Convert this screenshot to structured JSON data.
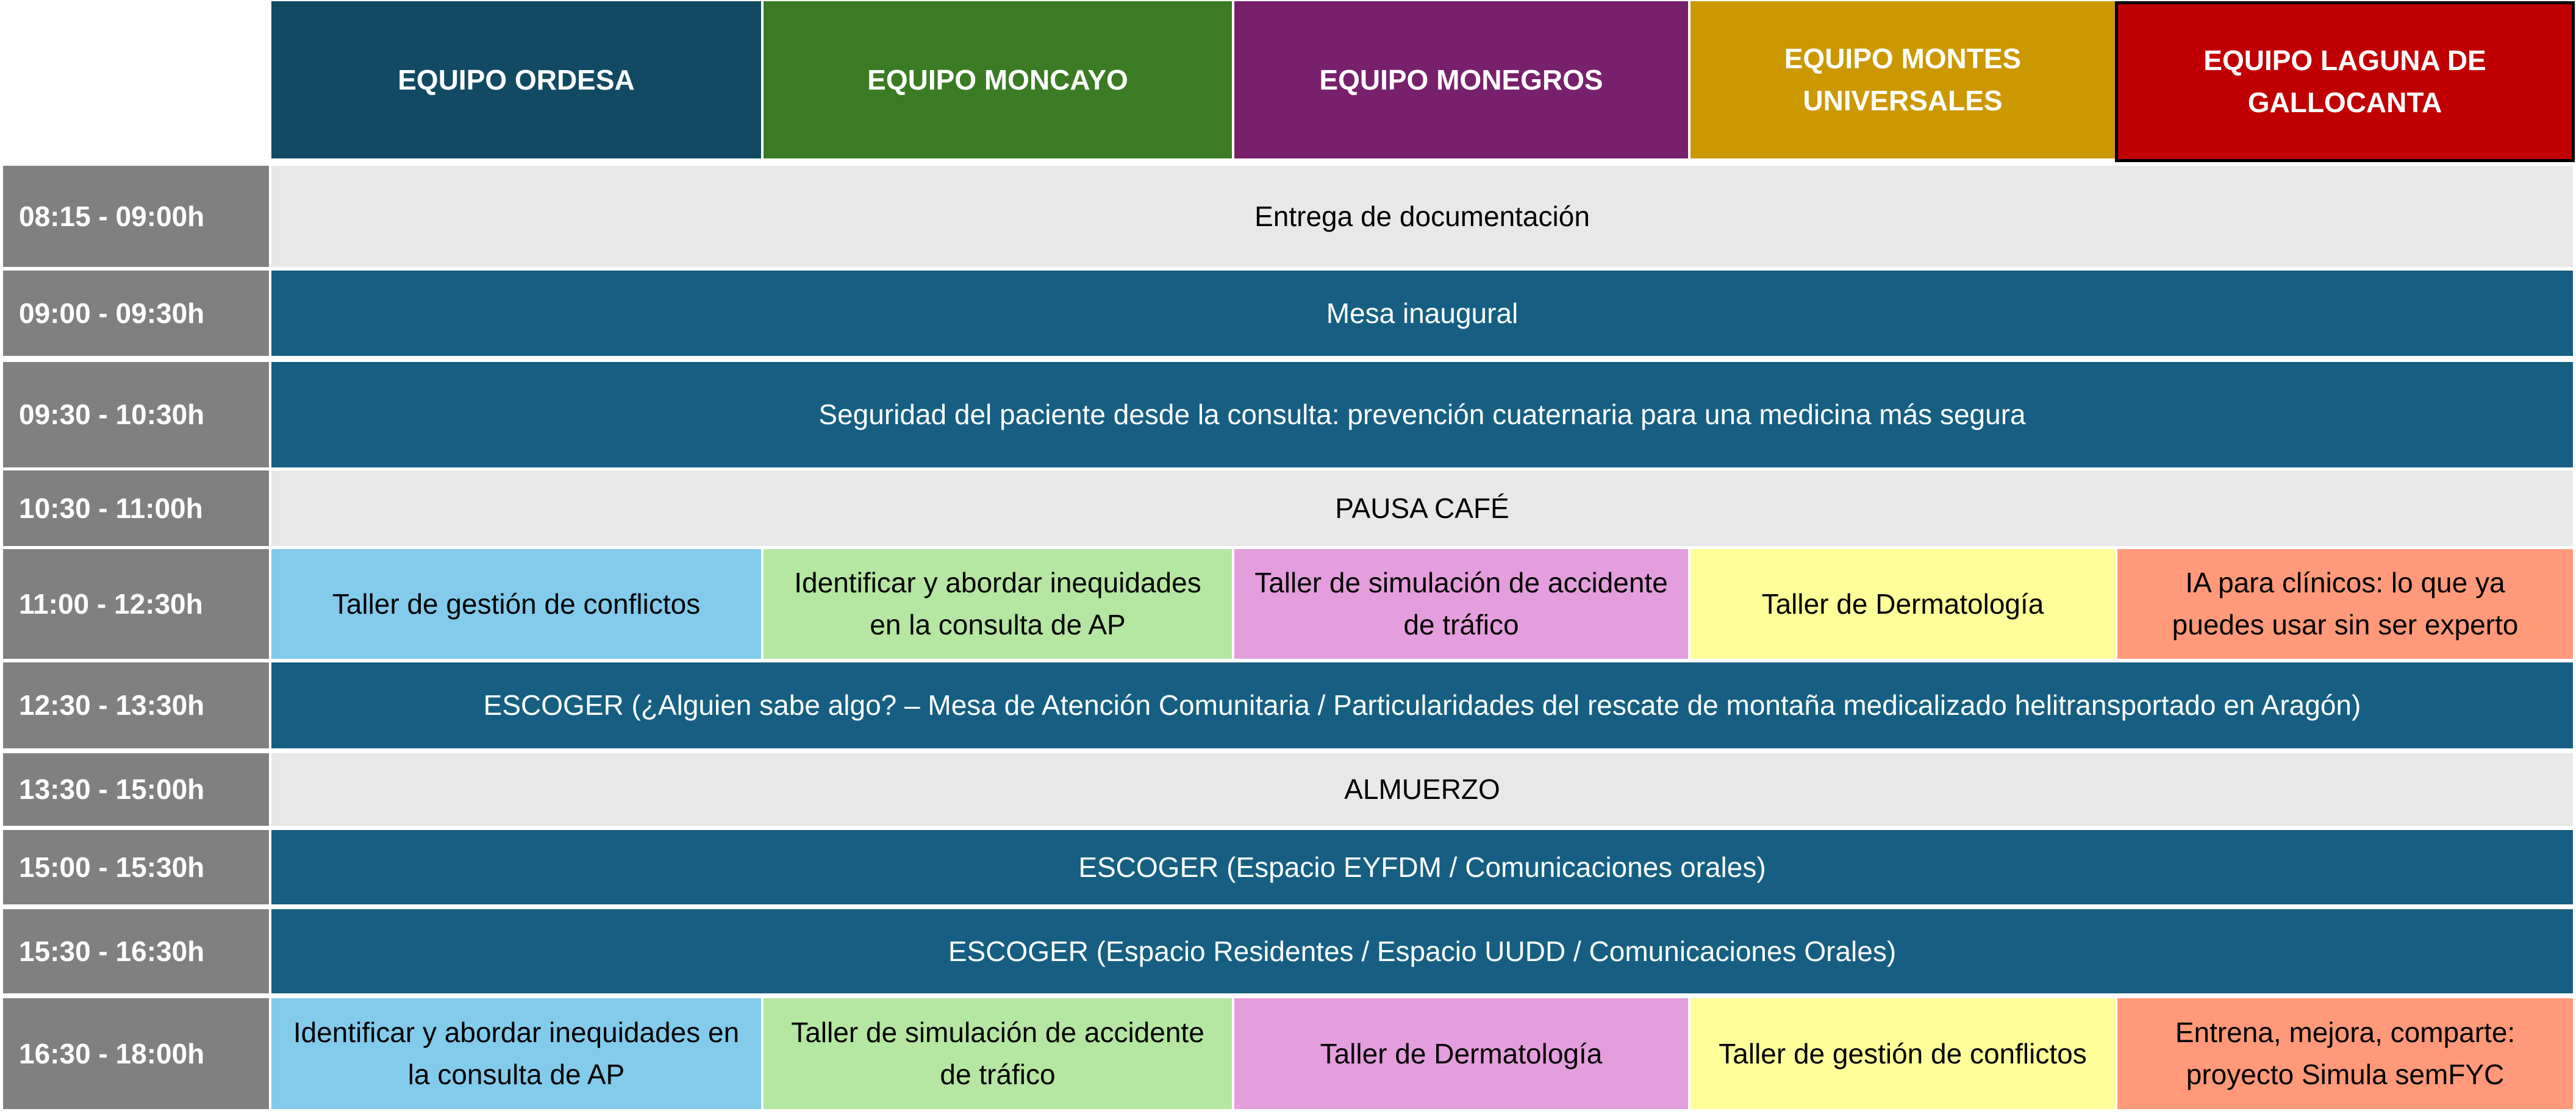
{
  "teams": [
    {
      "label": "EQUIPO ORDESA",
      "color": "#124a64"
    },
    {
      "label": "EQUIPO MONCAYO",
      "color": "#3b7b24"
    },
    {
      "label": "EQUIPO MONEGROS",
      "color": "#78206c"
    },
    {
      "label": "EQUIPO MONTES UNIVERSALES",
      "color": "#cc9800"
    },
    {
      "label": "EQUIPO LAGUNA DE GALLOCANTA",
      "color": "#c00000"
    }
  ],
  "rows": [
    {
      "time": "08:15 - 09:00h",
      "title": "Entrega de documentación",
      "type": "light"
    },
    {
      "time": "09:00 - 09:30h",
      "title": "Mesa inaugural",
      "type": "dark"
    },
    {
      "time": "09:30 - 10:30h",
      "title": "Seguridad del paciente desde la consulta: prevención cuaternaria para una medicina más segura",
      "type": "dark"
    },
    {
      "time": "10:30 - 11:00h",
      "title": "PAUSA CAFÉ",
      "type": "light"
    },
    {
      "time": "11:00 - 12:30h",
      "type": "workshops",
      "workshops": [
        "Taller de gestión de conflictos",
        "Identificar y abordar inequidades en la consulta de AP",
        "Taller de simulación de accidente de tráfico",
        "Taller de Dermatología",
        "IA para clínicos: lo que ya puedes usar sin ser experto"
      ]
    },
    {
      "time": "12:30 - 13:30h",
      "title": "ESCOGER (¿Alguien sabe algo? – Mesa de Atención Comunitaria / Particularidades del rescate de montaña medicalizado helitransportado en Aragón)",
      "type": "dark"
    },
    {
      "time": "13:30 - 15:00h",
      "title": "ALMUERZO",
      "type": "light"
    },
    {
      "time": "15:00 - 15:30h",
      "title": "ESCOGER (Espacio EYFDM / Comunicaciones orales)",
      "type": "dark"
    },
    {
      "time": "15:30 - 16:30h",
      "title": "ESCOGER (Espacio Residentes / Espacio UUDD / Comunicaciones Orales)",
      "type": "dark"
    },
    {
      "time": "16:30 - 18:00h",
      "type": "workshops",
      "workshops": [
        "Identificar y abordar inequidades en la consulta de AP",
        "Taller de simulación de accidente de tráfico",
        "Taller de Dermatología",
        "Taller de gestión de conflictos",
        "Entrena, mejora, comparte: proyecto Simula semFYC"
      ]
    }
  ],
  "workshop_colors": [
    "#83cbeb",
    "#b5e6a2",
    "#e49edd",
    "#ffff99",
    "#ff9979"
  ]
}
